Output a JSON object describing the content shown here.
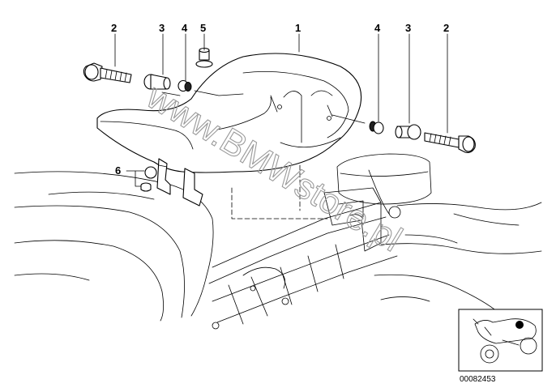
{
  "callouts": {
    "left": [
      "2",
      "3",
      "4",
      "5"
    ],
    "center": "1",
    "right": [
      "4",
      "3",
      "2"
    ],
    "lower": "6"
  },
  "watermark": "www.BMWstore.pl",
  "diagram_code": "00082453",
  "colors": {
    "line": "#000000",
    "watermark": "#9a9a9a",
    "background": "#ffffff"
  }
}
